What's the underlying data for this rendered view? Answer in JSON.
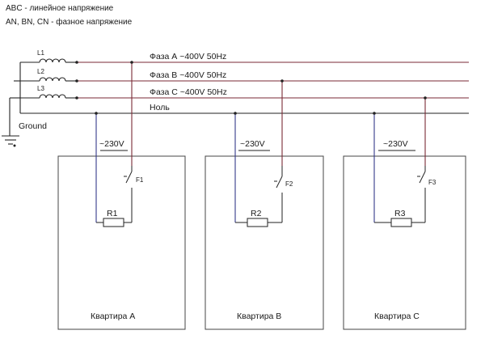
{
  "legend": {
    "line1": "ABC - линейное напряжение",
    "line2": "AN, BN, CN - фазное напряжение"
  },
  "lines": {
    "phase_a": "Фаза А ~400V 50Hz",
    "phase_b": "Фаза B ~400V 50Hz",
    "phase_c": "Фаза C ~400V 50Hz",
    "neutral": "Ноль"
  },
  "coils": [
    "L1",
    "L2",
    "L3"
  ],
  "ground_label": "Ground",
  "apartments": [
    {
      "label": "Квартира А",
      "voltage": "~230V",
      "resistor": "R1",
      "switch": "F1"
    },
    {
      "label": "Квартира В",
      "voltage": "~230V",
      "resistor": "R2",
      "switch": "F2"
    },
    {
      "label": "Квартира С",
      "voltage": "~230V",
      "resistor": "R3",
      "switch": "F3"
    }
  ],
  "colors": {
    "phase_wire": "#7a2a35",
    "neutral_wire": "#343a8a",
    "box_border": "#444444",
    "background": "#ffffff"
  }
}
